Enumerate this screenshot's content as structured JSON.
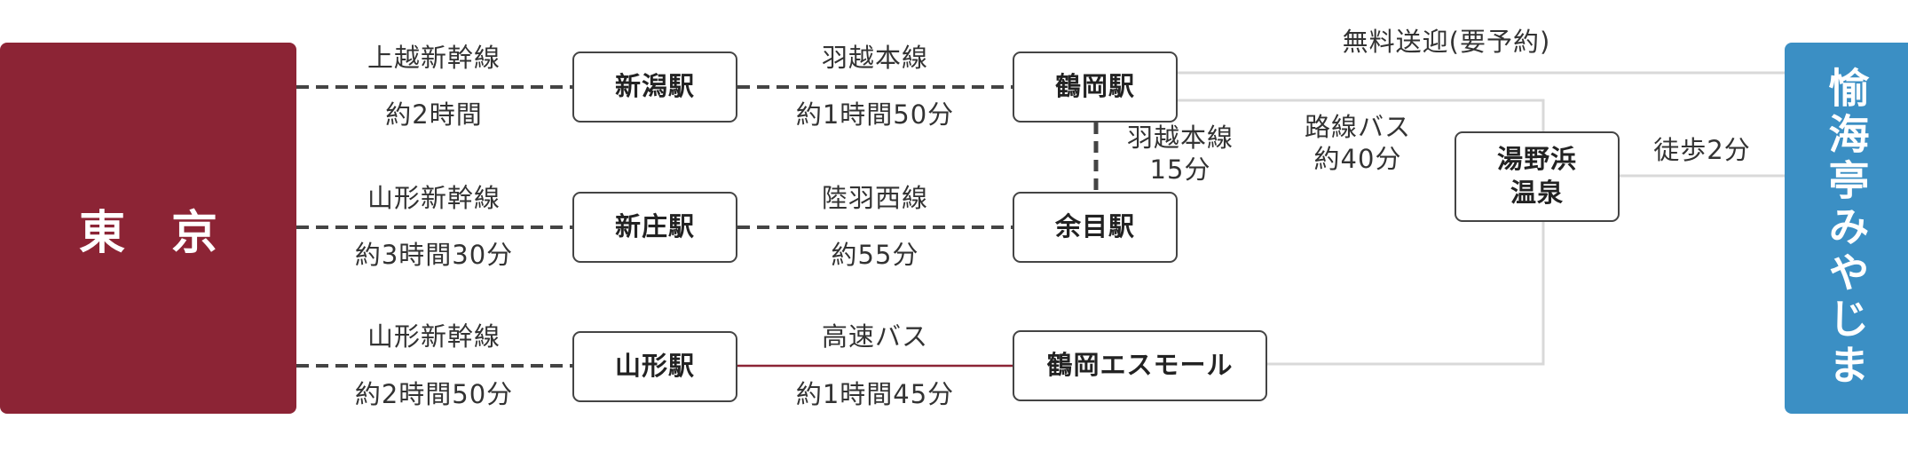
{
  "origin": "東京",
  "destination": "愉海亭みやじま",
  "stations": {
    "niigata": "新潟駅",
    "shinjo": "新庄駅",
    "yamagata": "山形駅",
    "tsuruoka": "鶴岡駅",
    "amarume": "余目駅",
    "s_mall": "鶴岡エスモール",
    "yunohama": "湯野浜\n温泉"
  },
  "routes": {
    "joetsu": {
      "line": "上越新幹線",
      "time": "約2時間"
    },
    "yamagata_shinjo": {
      "line": "山形新幹線",
      "time": "約3時間30分"
    },
    "yamagata_yamagata": {
      "line": "山形新幹線",
      "time": "約2時間50分"
    },
    "uetsu_main": {
      "line": "羽越本線",
      "time": "約1時間50分"
    },
    "rikuu_west": {
      "line": "陸羽西線",
      "time": "約55分"
    },
    "highway_bus": {
      "line": "高速バス",
      "time": "約1時間45分"
    },
    "uetsu_branch": {
      "line": "羽越本線",
      "time": "15分"
    },
    "route_bus": {
      "line": "路線バス",
      "time": "約40分"
    },
    "free_shuttle": {
      "line": "無料送迎(要予約)"
    },
    "walk": {
      "line": "徒歩2分"
    }
  },
  "colors": {
    "tokyo_bg": "#8c2435",
    "ryokan_bg": "#3b8fc4",
    "rail_dashed": "#444444",
    "highway_bus_line": "#8c2435",
    "local_route_line": "#d9d9d9"
  }
}
